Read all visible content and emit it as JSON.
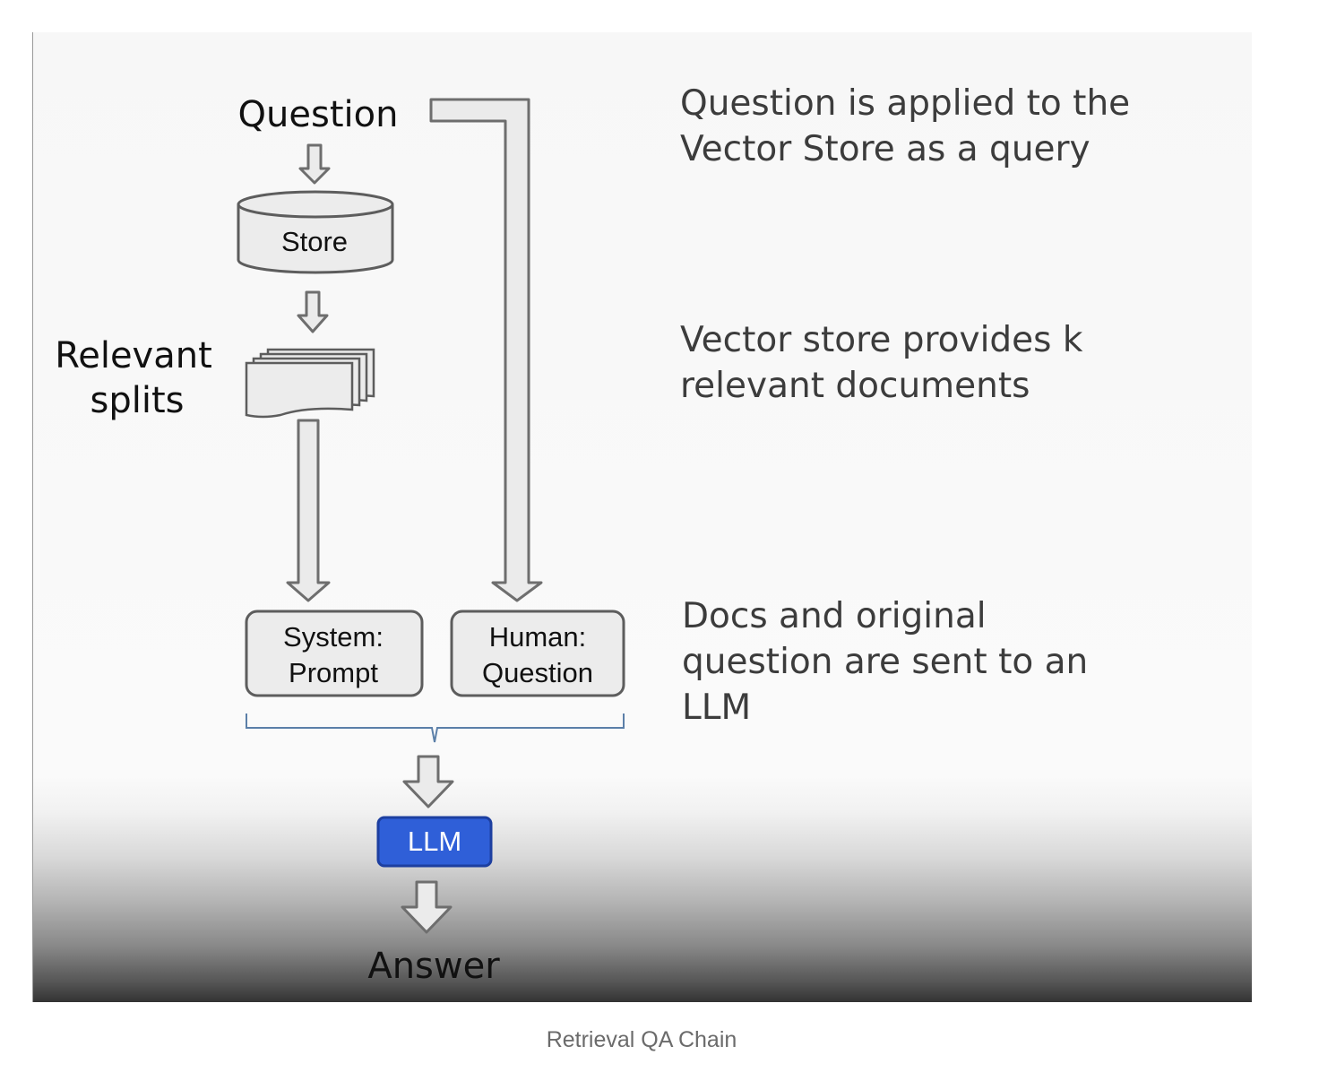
{
  "diagram": {
    "question_label": "Question",
    "store_label": "Store",
    "relevant_splits_label": [
      "Relevant",
      "splits"
    ],
    "system_box": [
      "System:",
      "Prompt"
    ],
    "human_box": [
      "Human:",
      "Question"
    ],
    "llm_label": "LLM",
    "answer_label": "Answer"
  },
  "descriptions": {
    "step1": [
      "Question is applied to the",
      "Vector Store as a query"
    ],
    "step2": [
      "Vector store provides k",
      "relevant documents"
    ],
    "step3": [
      "Docs and original",
      "question are sent to an",
      "LLM"
    ]
  },
  "caption": "Retrieval QA Chain",
  "colors": {
    "llm_fill": "#2f5fd8",
    "llm_stroke": "#1d3fa0",
    "box_fill": "#ececec",
    "arrow_fill": "#ebebeb",
    "arrow_stroke": "#6e6e6e",
    "brace": "#5b7fa8"
  }
}
